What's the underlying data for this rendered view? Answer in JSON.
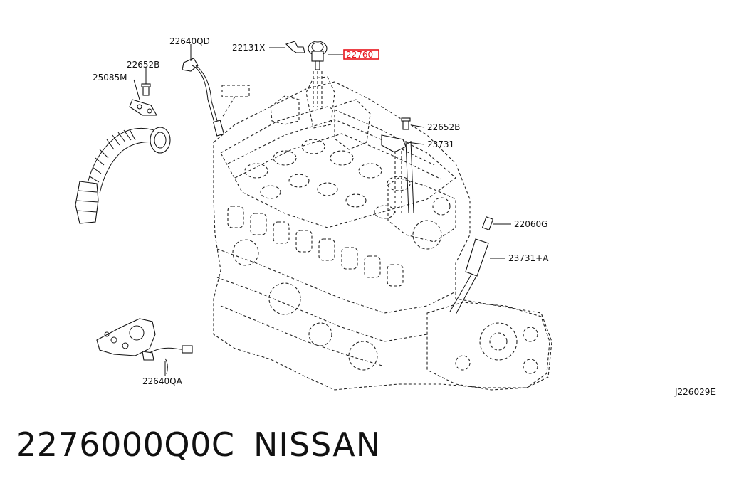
{
  "callouts": {
    "c22640QD": "22640QD",
    "c22131X": "22131X",
    "c22760": "22760",
    "c22652B_left": "22652B",
    "c25085M": "25085M",
    "c22652B_right": "22652B",
    "c23731": "23731",
    "c22060G": "22060G",
    "c23731A": "23731+A",
    "c22640QA": "22640QA"
  },
  "diagram_code": "J226029E",
  "caption": {
    "part_number": "2276000Q0C",
    "brand": "NISSAN"
  },
  "highlight_color": "#e8141b"
}
